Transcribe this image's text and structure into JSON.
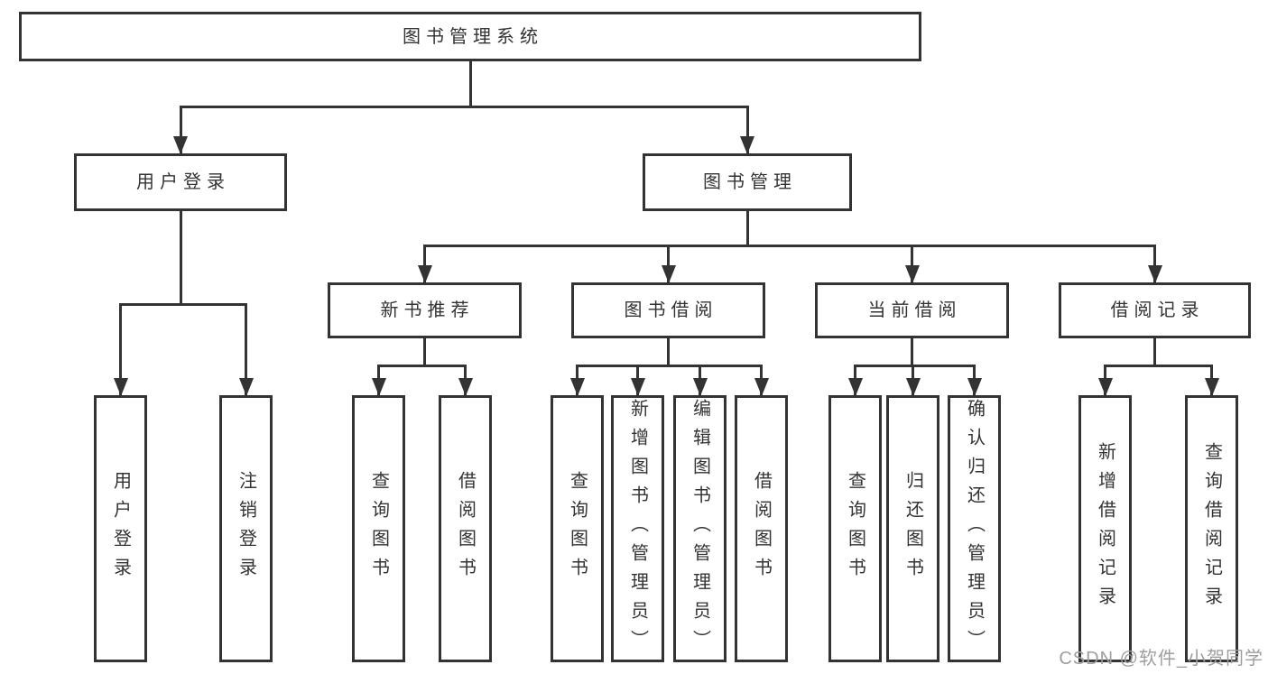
{
  "diagram": {
    "title": "图书管理系统",
    "nodes": [
      {
        "id": "root",
        "label": "图书管理系统",
        "parent": null,
        "orientation": "horizontal"
      },
      {
        "id": "user-login",
        "label": "用户登录",
        "parent": "root",
        "orientation": "horizontal"
      },
      {
        "id": "book-management",
        "label": "图书管理",
        "parent": "root",
        "orientation": "horizontal"
      },
      {
        "id": "user-login-action",
        "label": "用户登录",
        "parent": "user-login",
        "orientation": "vertical"
      },
      {
        "id": "logout-action",
        "label": "注销登录",
        "parent": "user-login",
        "orientation": "vertical"
      },
      {
        "id": "new-book-recommend",
        "label": "新书推荐",
        "parent": "book-management",
        "orientation": "horizontal"
      },
      {
        "id": "book-borrowing",
        "label": "图书借阅",
        "parent": "book-management",
        "orientation": "horizontal"
      },
      {
        "id": "current-borrowing",
        "label": "当前借阅",
        "parent": "book-management",
        "orientation": "horizontal"
      },
      {
        "id": "borrowing-records",
        "label": "借阅记录",
        "parent": "book-management",
        "orientation": "horizontal"
      },
      {
        "id": "recommend-query-books",
        "label": "查询图书",
        "parent": "new-book-recommend",
        "orientation": "vertical"
      },
      {
        "id": "recommend-borrow-books",
        "label": "借阅图书",
        "parent": "new-book-recommend",
        "orientation": "vertical"
      },
      {
        "id": "borrowing-query-books",
        "label": "查询图书",
        "parent": "book-borrowing",
        "orientation": "vertical"
      },
      {
        "id": "borrowing-add-books",
        "label": "新增图书（管理员）",
        "parent": "book-borrowing",
        "orientation": "vertical"
      },
      {
        "id": "borrowing-edit-books",
        "label": "编辑图书（管理员）",
        "parent": "book-borrowing",
        "orientation": "vertical"
      },
      {
        "id": "borrowing-borrow-books",
        "label": "借阅图书",
        "parent": "book-borrowing",
        "orientation": "vertical"
      },
      {
        "id": "current-query-books",
        "label": "查询图书",
        "parent": "current-borrowing",
        "orientation": "vertical"
      },
      {
        "id": "current-return-books",
        "label": "归还图书",
        "parent": "current-borrowing",
        "orientation": "vertical"
      },
      {
        "id": "current-confirm-return",
        "label": "确认归还（管理员）",
        "parent": "current-borrowing",
        "orientation": "vertical"
      },
      {
        "id": "records-add-record",
        "label": "新增借阅记录",
        "parent": "borrowing-records",
        "orientation": "vertical"
      },
      {
        "id": "records-query-record",
        "label": "查询借阅记录",
        "parent": "borrowing-records",
        "orientation": "vertical"
      }
    ]
  },
  "watermark": {
    "text": "CSDN @软件_小贺同学"
  },
  "colors": {
    "line": "#333333",
    "border": "#333333",
    "fill": "#ffffff",
    "text": "#333333",
    "watermark": "#9e9e9e",
    "background": "#ffffff"
  }
}
